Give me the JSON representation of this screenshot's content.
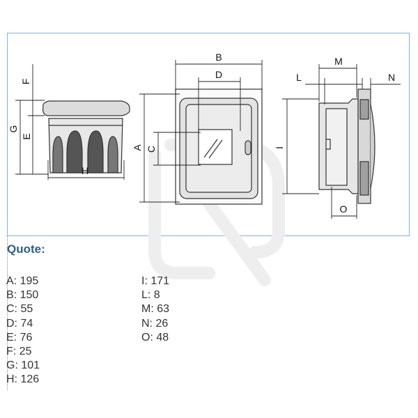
{
  "diagram": {
    "labels": {
      "a": "A",
      "b": "B",
      "c": "C",
      "d": "D",
      "e": "E",
      "f": "F",
      "g": "G",
      "h": "H",
      "i": "I",
      "l": "L",
      "m": "M",
      "n": "N",
      "o": "O"
    }
  },
  "quote": {
    "title": "Quote:",
    "left_column": [
      "A: 195",
      "B: 150",
      "C: 55",
      "D: 74",
      "E: 76",
      "F: 25",
      "G: 101",
      "H: 126"
    ],
    "right_column": [
      "I: 171",
      "L: 8",
      "M: 63",
      "N: 26",
      "O: 48"
    ]
  }
}
